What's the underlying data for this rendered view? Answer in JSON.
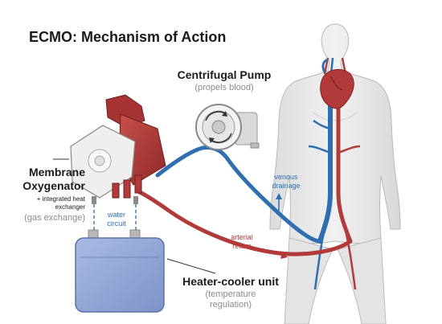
{
  "title": "ECMO: Mechanism of Action",
  "pump": {
    "name": "Centrifugal Pump",
    "role": "(propels blood)"
  },
  "oxygenator": {
    "name_line1": "Membrane",
    "name_line2": "Oxygenator",
    "sub_line1": "+ integrated heat",
    "sub_line2": "exchanger",
    "role": "(gas exchange)"
  },
  "water_circuit": {
    "line1": "water",
    "line2": "circuit"
  },
  "venous_drainage": {
    "line1": "venous",
    "line2": "drainage"
  },
  "arterial_return": {
    "line1": "arterial",
    "line2": "return"
  },
  "heater_cooler": {
    "name": "Heater-cooler unit",
    "role_line1": "(temperature",
    "role_line2": "regulation)"
  },
  "colors": {
    "arterial_red": "#b33a3a",
    "venous_blue": "#2f6fb0",
    "water_blue": "#4b86c5",
    "tank_blue": "#8fa6d6",
    "body_skin": "#eaeaea"
  }
}
